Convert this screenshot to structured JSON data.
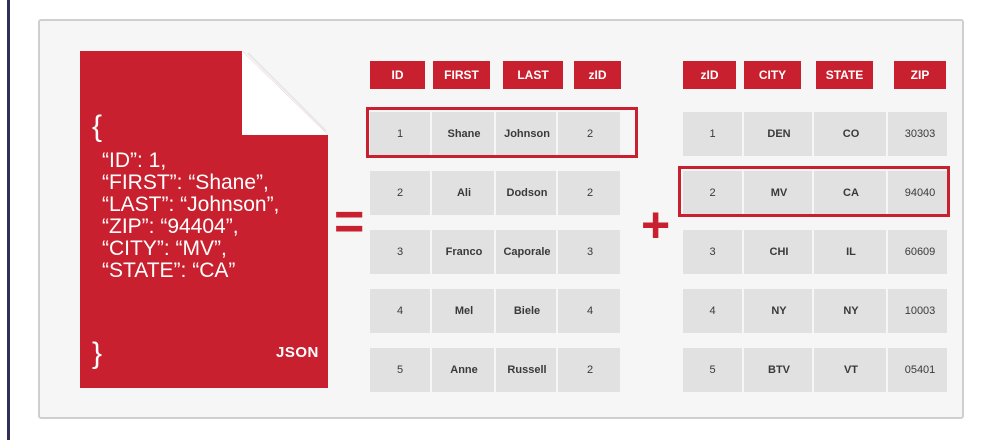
{
  "json_document": {
    "open_brace": "{",
    "lines": [
      "“ID”: 1,",
      "“FIRST”: “Shane”,",
      "“LAST”: “Johnson”,",
      "“ZIP”: “94404”,",
      "“CITY”: “MV”,",
      "“STATE”: “CA”"
    ],
    "close_brace": "}",
    "label": "JSON"
  },
  "operators": {
    "equals": "=",
    "plus": "+"
  },
  "colors": {
    "accent": "#c8202e",
    "row_band": "#e1e1e1",
    "frame": "#f6f6f6"
  },
  "people_table": {
    "headers": [
      "ID",
      "FIRST",
      "LAST",
      "zID"
    ],
    "rows": [
      [
        "1",
        "Shane",
        "Johnson",
        "2"
      ],
      [
        "2",
        "Ali",
        "Dodson",
        "2"
      ],
      [
        "3",
        "Franco",
        "Caporale",
        "3"
      ],
      [
        "4",
        "Mel",
        "Biele",
        "4"
      ],
      [
        "5",
        "Anne",
        "Russell",
        "2"
      ]
    ],
    "highlighted_row": 0
  },
  "zip_table": {
    "headers": [
      "zID",
      "CITY",
      "STATE",
      "ZIP"
    ],
    "rows": [
      [
        "1",
        "DEN",
        "CO",
        "30303"
      ],
      [
        "2",
        "MV",
        "CA",
        "94040"
      ],
      [
        "3",
        "CHI",
        "IL",
        "60609"
      ],
      [
        "4",
        "NY",
        "NY",
        "10003"
      ],
      [
        "5",
        "BTV",
        "VT",
        "05401"
      ]
    ],
    "highlighted_row": 1
  }
}
